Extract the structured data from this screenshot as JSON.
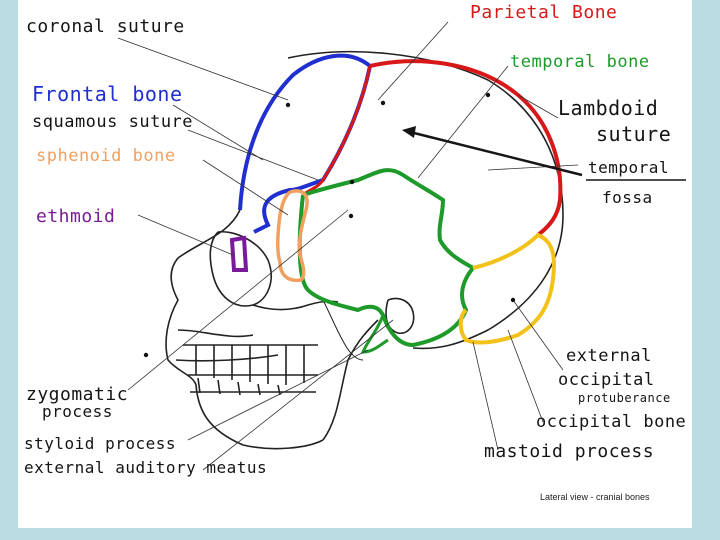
{
  "labels": {
    "coronal_suture": "coronal suture",
    "frontal_bone": "Frontal bone",
    "squamous_suture": "squamous suture",
    "sphenoid_bone": "sphenoid bone",
    "ethmoid": "ethmoid",
    "parietal_bone": "Parietal Bone",
    "temporal_bone": "temporal bone",
    "lambdoid_suture_line1": "Lambdoid",
    "lambdoid_suture_line2": "suture",
    "temporal_fossa_line1": "temporal",
    "temporal_fossa_line2": "fossa",
    "zygomatic_process_line1": "zygomatic",
    "zygomatic_process_line2": "process",
    "styloid_process": "styloid process",
    "external_auditory_meatus": "external auditory meatus",
    "external_occipital_protuberance_line1": "external",
    "external_occipital_protuberance_line2": "occipital",
    "external_occipital_protuberance_line3": "protuberance",
    "occipital_bone": "occipital bone",
    "mastoid_process": "mastoid process"
  },
  "caption": "Lateral view - cranial bones",
  "colors": {
    "frontal": "#1f2fd0",
    "parietal": "#d81818",
    "temporal": "#1d9a2a",
    "sphenoid": "#f0a060",
    "ethmoid": "#7a1a9a",
    "occipital": "#f2c21a",
    "background": "#b9dde3"
  }
}
